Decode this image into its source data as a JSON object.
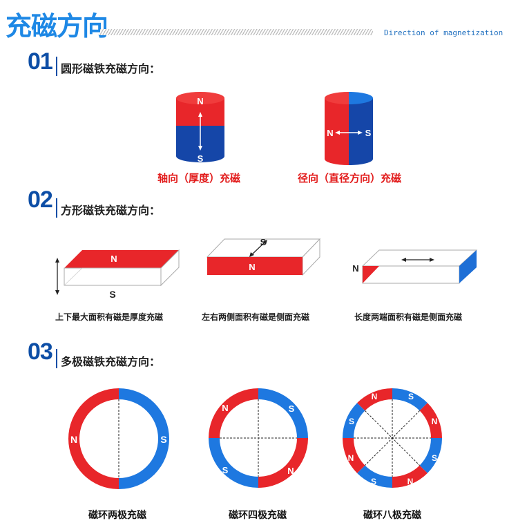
{
  "header": {
    "title": "充磁方向",
    "subtitle": "Direction of magnetization"
  },
  "colors": {
    "title_blue": "#1e88e5",
    "section_blue": "#0d4ea6",
    "north_red": "#e8262a",
    "south_blue": "#1b6fd6",
    "south_dark_blue": "#1546a8",
    "caption_red": "#e21b1b"
  },
  "sections": [
    {
      "number": "01",
      "title": "圆形磁铁充磁方向：",
      "items": [
        {
          "caption": "轴向（厚度）充磁",
          "pole_top": "N",
          "pole_bottom": "S",
          "arrow": "vertical"
        },
        {
          "caption": "径向（直径方向）充磁",
          "pole_left": "N",
          "pole_right": "S",
          "arrow": "horizontal"
        }
      ]
    },
    {
      "number": "02",
      "title": "方形磁铁充磁方向：",
      "items": [
        {
          "caption": "上下最大面积有磁是厚度充磁",
          "pole_a": "N",
          "pole_b": "S"
        },
        {
          "caption": "左右两侧面积有磁是侧面充磁",
          "pole_a": "S",
          "pole_b": "N"
        },
        {
          "caption": "长度两端面积有磁是侧面充磁",
          "pole_a": "N"
        }
      ]
    },
    {
      "number": "03",
      "title": "多极磁铁充磁方向：",
      "items": [
        {
          "caption": "磁环两极充磁",
          "poles": [
            "N",
            "S"
          ]
        },
        {
          "caption": "磁环四极充磁",
          "poles": [
            "N",
            "S",
            "S",
            "N"
          ]
        },
        {
          "caption": "磁环八极充磁",
          "poles": [
            "N",
            "S",
            "N",
            "S",
            "N",
            "S",
            "N",
            "S"
          ]
        }
      ]
    }
  ]
}
